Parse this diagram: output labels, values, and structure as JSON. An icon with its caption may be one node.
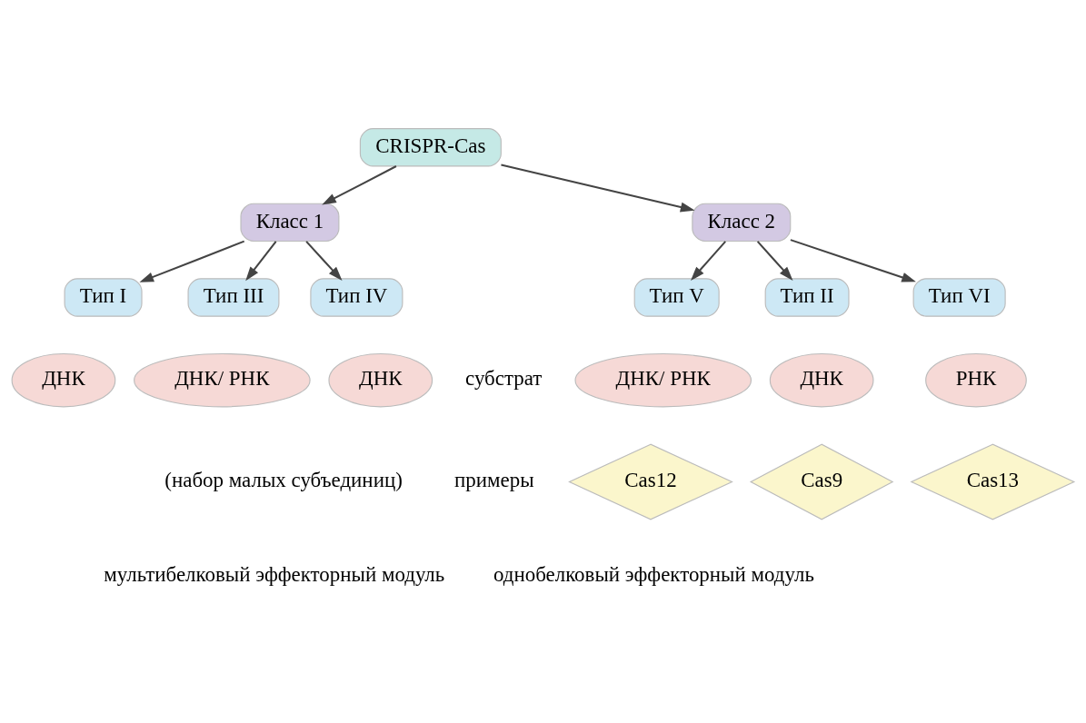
{
  "diagram": {
    "nodes": [
      {
        "text": [
          "CRISPR-Cas"
        ]
      },
      {
        "text": [
          "Класс 1"
        ]
      },
      {
        "text": [
          "Класс 2"
        ]
      },
      {
        "text": [
          "Тип I"
        ]
      },
      {
        "text": [
          "Тип III"
        ]
      },
      {
        "text": [
          "Тип IV"
        ]
      },
      {
        "text": [
          "Тип II"
        ]
      },
      {
        "text": [
          "Тип V"
        ]
      },
      {
        "text": [
          "Тип VI"
        ]
      },
      {
        "text": [
          "ДНК"
        ]
      },
      {
        "text": [
          "ДНК/ РНК"
        ]
      },
      {
        "text": [
          "ДНК"
        ]
      },
      {
        "text": [
          "ДНК"
        ]
      },
      {
        "text": [
          "ДНК/ РНК"
        ]
      },
      {
        "text": [
          "РНК"
        ]
      },
      {
        "text": [
          "Cas9"
        ]
      },
      {
        "text": [
          "Cas12"
        ]
      },
      {
        "text": [
          "Cas13"
        ]
      }
    ],
    "edges": [
      {
        "from": 0,
        "to": 1,
        "arrow": "to"
      },
      {
        "from": 0,
        "to": 2,
        "arrow": "to"
      },
      {
        "from": 1,
        "to": 3,
        "arrow": "to"
      },
      {
        "from": 1,
        "to": 4,
        "arrow": "to"
      },
      {
        "from": 1,
        "to": 5,
        "arrow": "to"
      },
      {
        "from": 2,
        "to": 6,
        "arrow": "to"
      },
      {
        "from": 2,
        "to": 7,
        "arrow": "to"
      },
      {
        "from": 2,
        "to": 8,
        "arrow": "to"
      }
    ],
    "labels": [
      "субстрат",
      "примеры",
      "(набор малых субъединиц)",
      "мультибелковый эффекторный модуль",
      "однобелковый эффекторный модуль"
    ]
  }
}
